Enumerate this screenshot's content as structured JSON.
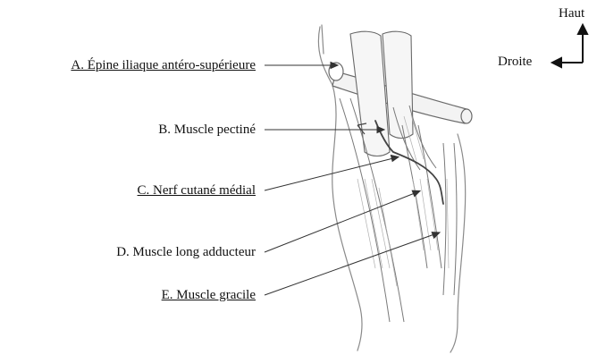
{
  "labels": [
    {
      "letter": "A",
      "text": "A. Épine iliaque antéro-supérieure",
      "underlined": true
    },
    {
      "letter": "B",
      "text": "B. Muscle pectiné",
      "underlined": false
    },
    {
      "letter": "C",
      "text": "C. Nerf cutané médial",
      "underlined": true
    },
    {
      "letter": "D",
      "text": "D. Muscle long adducteur",
      "underlined": false
    },
    {
      "letter": "E",
      "text": "E. Muscle gracile",
      "underlined": true
    }
  ],
  "orientation": {
    "up_label": "Haut",
    "side_label": "Droite"
  },
  "colors": {
    "ink": "#111111",
    "leader": "#333333",
    "sketch": "#8a8a8a",
    "sketch_dark": "#555555"
  }
}
